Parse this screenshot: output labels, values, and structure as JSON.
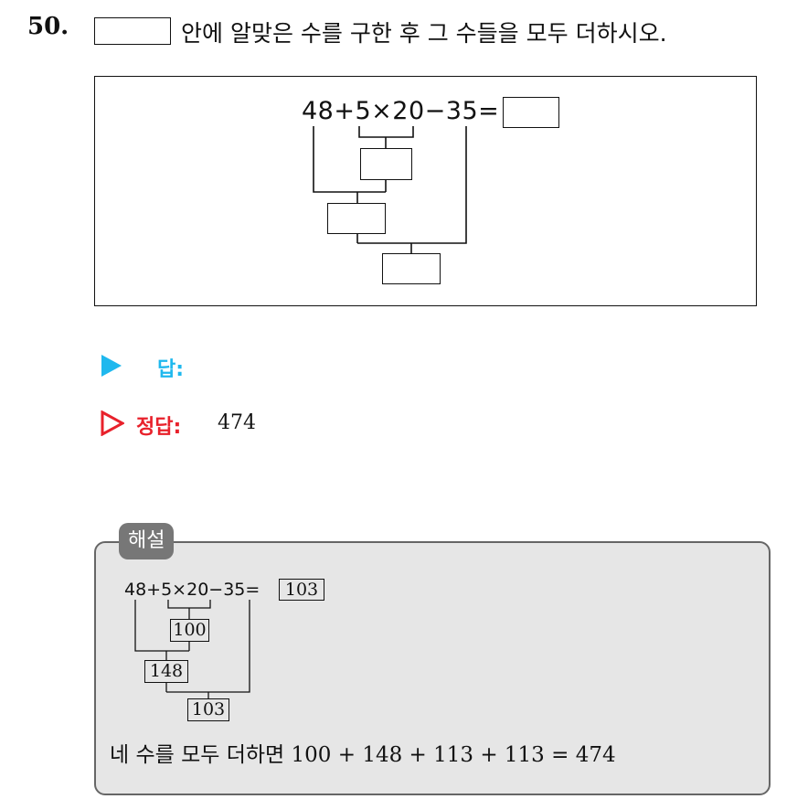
{
  "question": {
    "number": "50.",
    "text": "안에 알맞은 수를 구한 후 그 수들을 모두 더하시오."
  },
  "figure": {
    "expression": "48+5×20−35=",
    "blanks": [
      "",
      "",
      "",
      ""
    ]
  },
  "answer": {
    "label": "답:",
    "correct_label": "정답:",
    "correct_value": "474",
    "answer_color": "#1fb8ee",
    "correct_color": "#e8212b"
  },
  "solution": {
    "tag": "해설",
    "expression": "48+5×20−35=",
    "final_box": "103",
    "step_values": [
      "100",
      "148",
      "103"
    ],
    "conclusion_text": "네 수를 모두 더하면",
    "conclusion_math": "100 + 148 + 113 + 113 = 474"
  }
}
